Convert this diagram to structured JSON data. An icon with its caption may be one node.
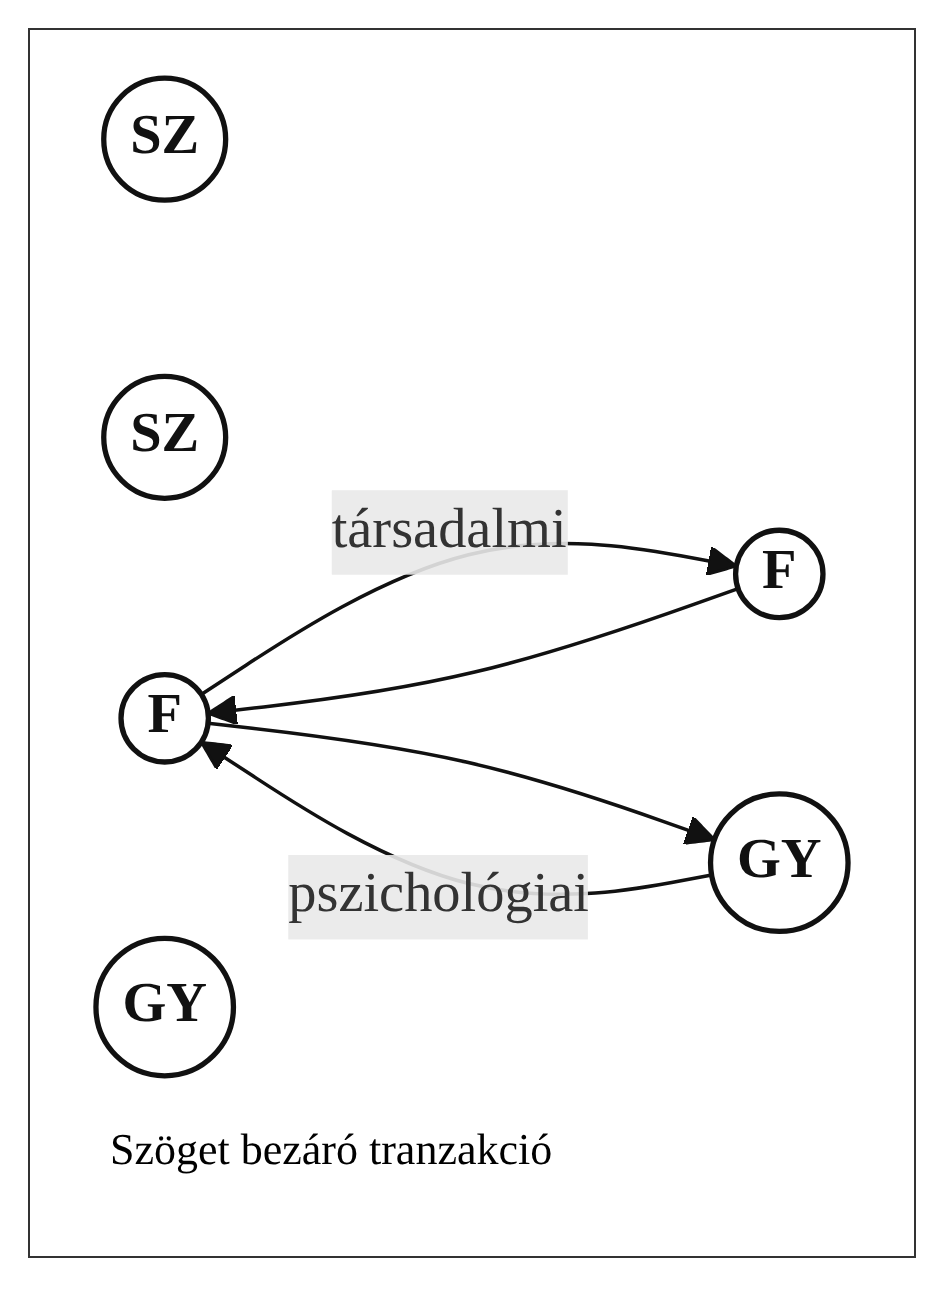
{
  "diagram": {
    "caption": "Szöget bezáró tranzakció",
    "nodes": [
      {
        "text": [
          "SZ"
        ]
      },
      {
        "text": [
          "SZ"
        ]
      },
      {
        "text": [
          "F"
        ]
      },
      {
        "text": [
          "F"
        ]
      },
      {
        "text": [
          "GY"
        ]
      },
      {
        "text": [
          "GY"
        ]
      }
    ],
    "edges": [
      {
        "from": 2,
        "to": 3,
        "arrow": "to",
        "label": "társadalmi"
      },
      {
        "from": 3,
        "to": 2,
        "arrow": "to"
      },
      {
        "from": 2,
        "to": 5,
        "arrow": "to"
      },
      {
        "from": 5,
        "to": 2,
        "arrow": "to",
        "label": "pszichológiai"
      }
    ]
  }
}
